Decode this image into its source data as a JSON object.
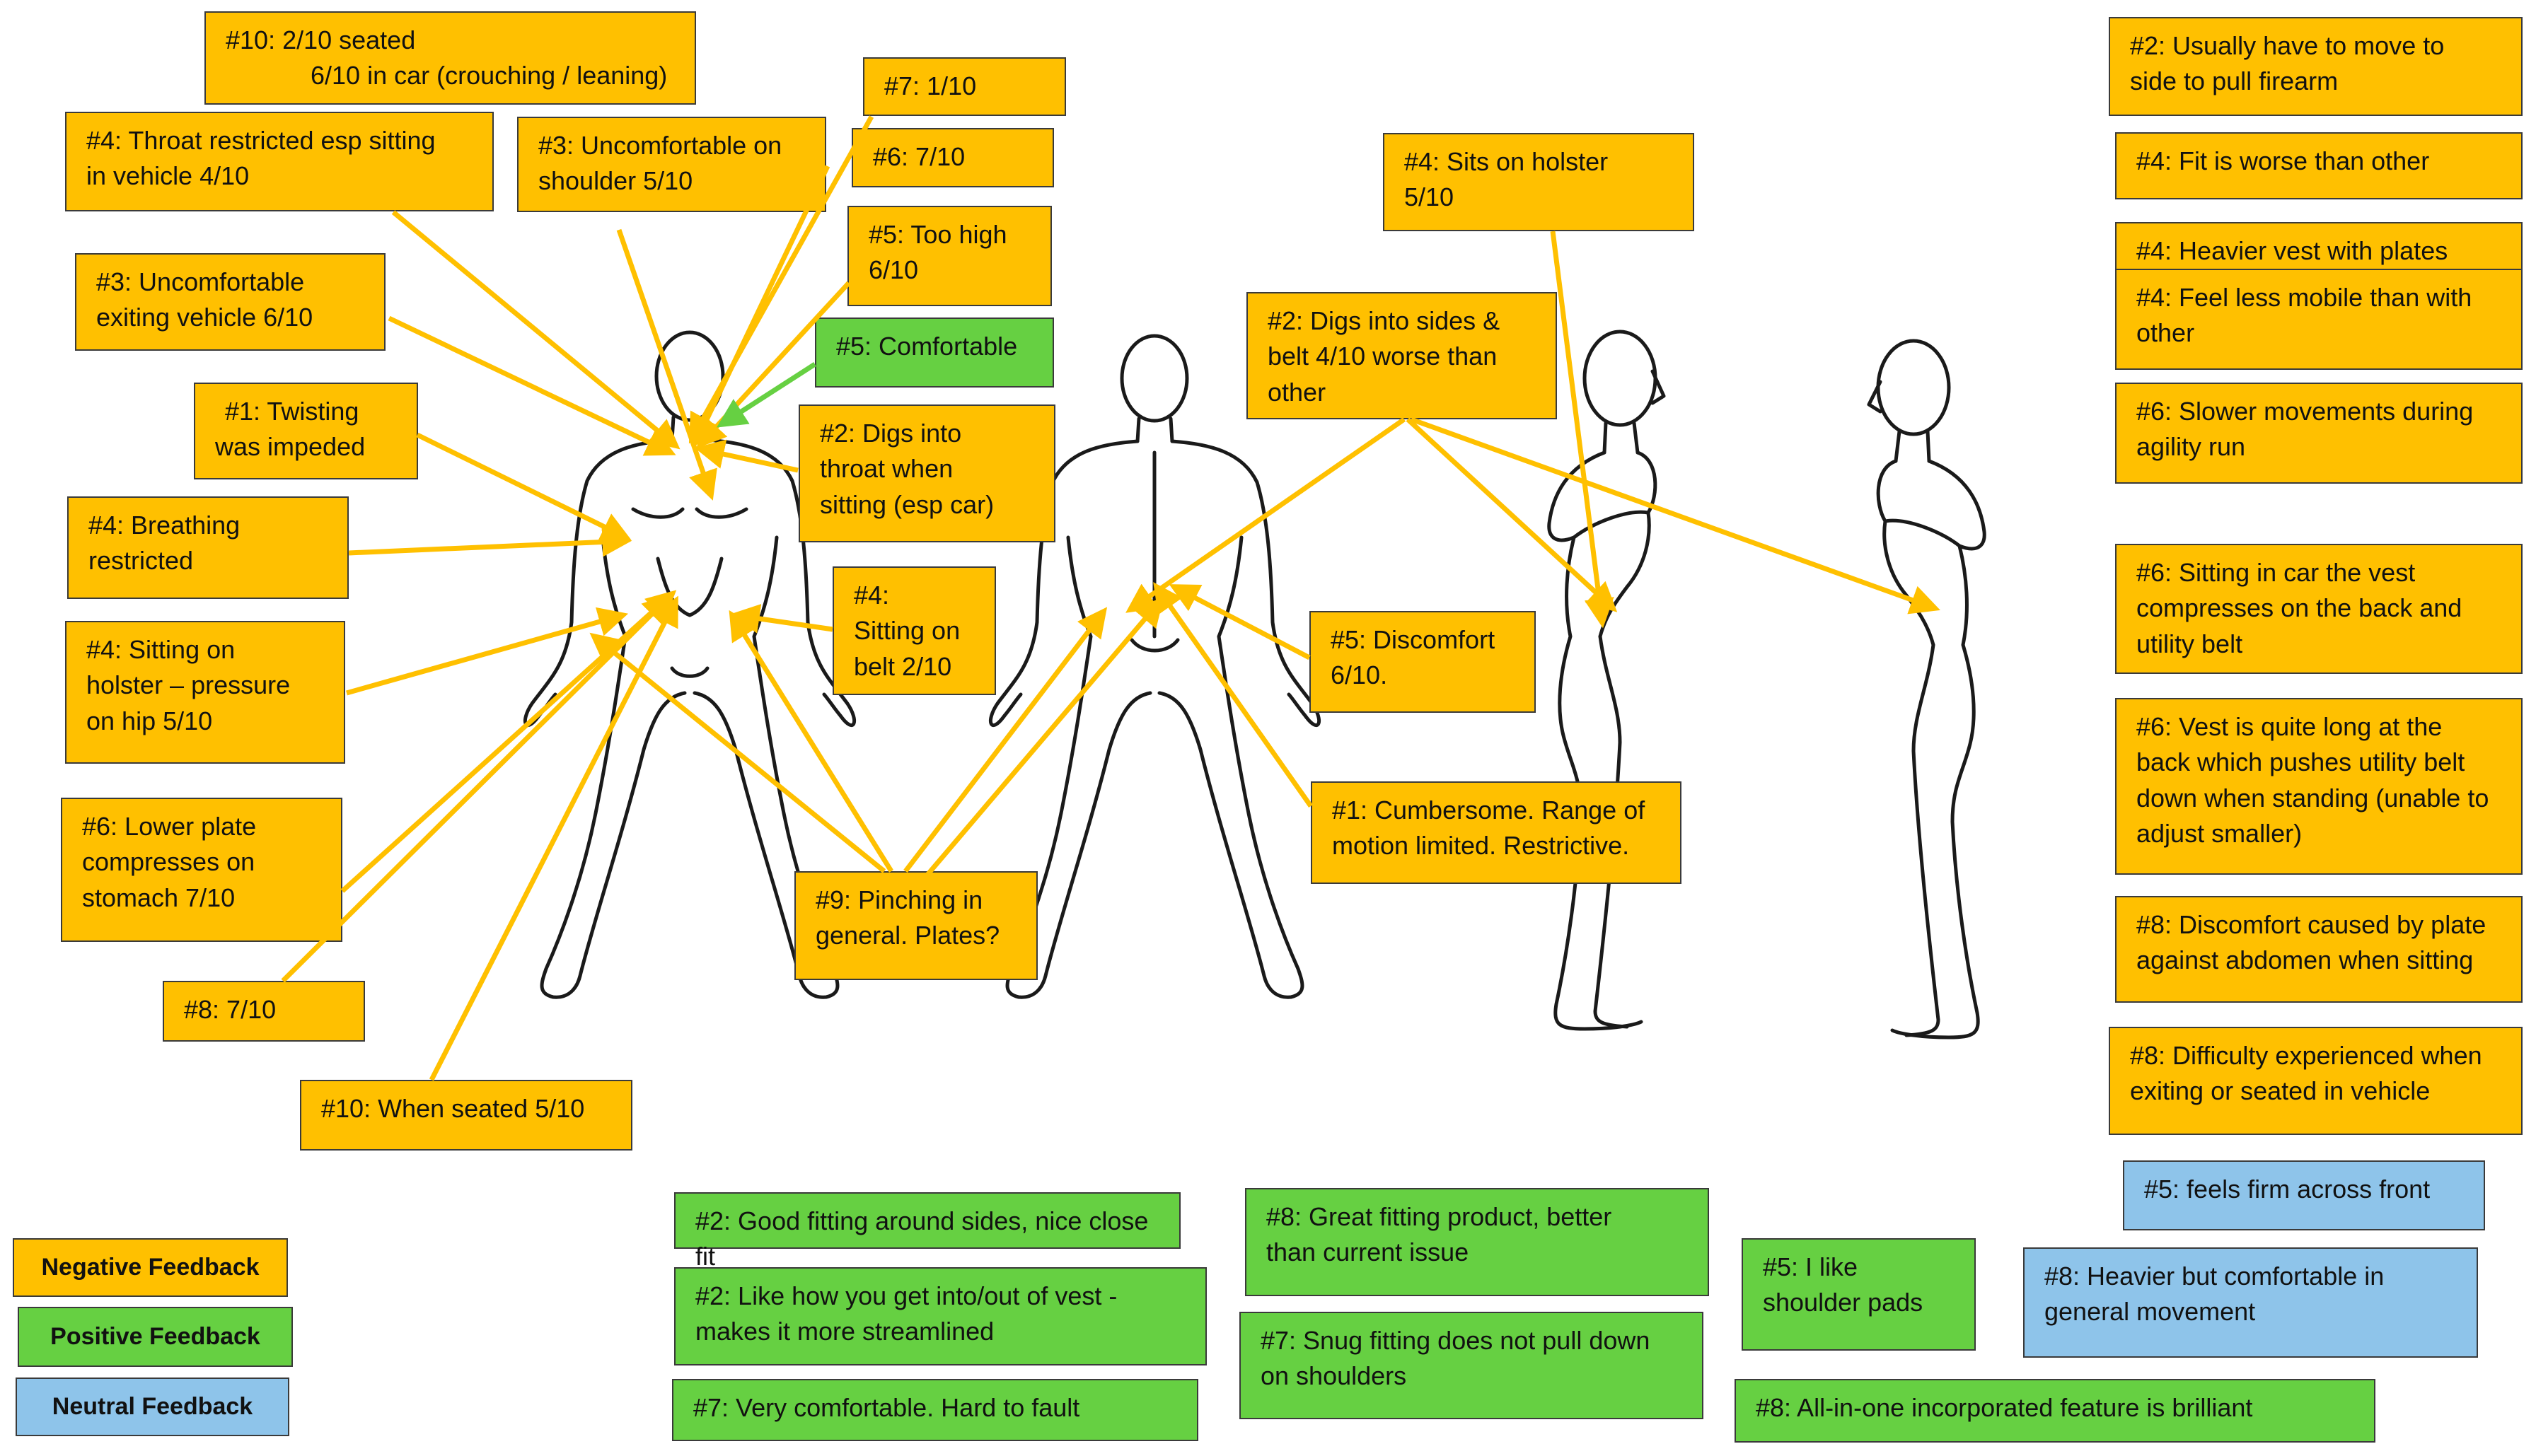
{
  "colors": {
    "negative": "#FFC000",
    "positive": "#66D042",
    "neutral": "#8EC4EA",
    "arrow_negative": "#FFC000",
    "arrow_positive": "#66D042",
    "figure_stroke": "#1a1a1a"
  },
  "legend": {
    "negative": "Negative Feedback",
    "positive": "Positive Feedback",
    "neutral": "Neutral Feedback"
  },
  "notes": {
    "n10_seated": [
      "#10: 2/10 seated",
      "6/10 in car (crouching / leaning)"
    ],
    "n4_throat": [
      "#4: Throat restricted esp sitting",
      "in vehicle 4/10"
    ],
    "n3_shoulder": [
      "#3: Uncomfortable on",
      "shoulder 5/10"
    ],
    "n7_score": [
      "#7: 1/10"
    ],
    "n6_score": [
      "#6: 7/10"
    ],
    "n5_high": [
      "#5: Too high",
      "6/10"
    ],
    "n3_exiting": [
      "#3: Uncomfortable",
      "exiting vehicle 6/10"
    ],
    "n5_comfortable": [
      "#5: Comfortable"
    ],
    "n1_twisting": [
      "#1: Twisting",
      "was impeded"
    ],
    "n2_digs_throat": [
      "#2: Digs into",
      "throat when",
      "sitting (esp car)"
    ],
    "n4_breathing": [
      "#4: Breathing",
      "restricted"
    ],
    "n4_holster_hip": [
      "#4: Sitting on",
      "holster – pressure",
      "on hip 5/10"
    ],
    "n4_belt": [
      "#4:",
      "Sitting on",
      "belt 2/10"
    ],
    "n6_lower_plate": [
      "#6: Lower plate",
      "compresses on",
      "stomach 7/10"
    ],
    "n9_pinching": [
      "#9: Pinching in",
      "general. Plates?"
    ],
    "n8_score": [
      "#8: 7/10"
    ],
    "n10_when_seated": [
      "#10: When seated 5/10"
    ],
    "n4_sits_holster": [
      "#4: Sits on holster",
      "5/10"
    ],
    "n2_digs_sides": [
      "#2: Digs into sides &",
      "belt 4/10 worse than",
      "other"
    ],
    "n5_discomfort": [
      "#5: Discomfort",
      "6/10."
    ],
    "n1_cumbersome": [
      "#1: Cumbersome. Range of",
      "motion limited. Restrictive."
    ],
    "r2_firearm": [
      "#2: Usually have to move to",
      "side to pull firearm"
    ],
    "r4_fit": [
      "#4: Fit is worse than other"
    ],
    "r4_heavier": [
      "#4: Heavier vest with plates"
    ],
    "r4_mobile": [
      "#4: Feel less mobile than with",
      "other"
    ],
    "r6_slower": [
      "#6: Slower movements during",
      "agility run"
    ],
    "r6_sitting_car": [
      "#6: Sitting in car the vest",
      "compresses on the back and",
      "utility belt"
    ],
    "r6_long_back": [
      "#6: Vest is quite long at the",
      "back which pushes utility belt",
      "down when standing (unable to",
      "adjust smaller)"
    ],
    "r8_abdomen": [
      "#8: Discomfort caused by plate",
      "against abdomen when sitting"
    ],
    "r8_exiting": [
      "#8: Difficulty experienced when",
      "exiting or seated in vehicle"
    ],
    "p2_sides": [
      "#2: Good fitting around sides, nice close fit"
    ],
    "p2_streamlined": [
      "#2: Like how you get into/out of vest -",
      "makes it more streamlined"
    ],
    "p7_comfortable": [
      "#7: Very comfortable. Hard to fault"
    ],
    "p8_great": [
      "#8: Great fitting product, better",
      "than current issue"
    ],
    "p7_snug": [
      "#7: Snug fitting does not pull down",
      "on shoulders"
    ],
    "p5_pads": [
      "#5: I like",
      "shoulder pads"
    ],
    "p8_allinone": [
      "#8: All-in-one incorporated feature is brilliant"
    ],
    "u5_firm": [
      "#5: feels firm across front"
    ],
    "u8_heavier": [
      "#8: Heavier but comfortable in",
      "general movement"
    ]
  }
}
